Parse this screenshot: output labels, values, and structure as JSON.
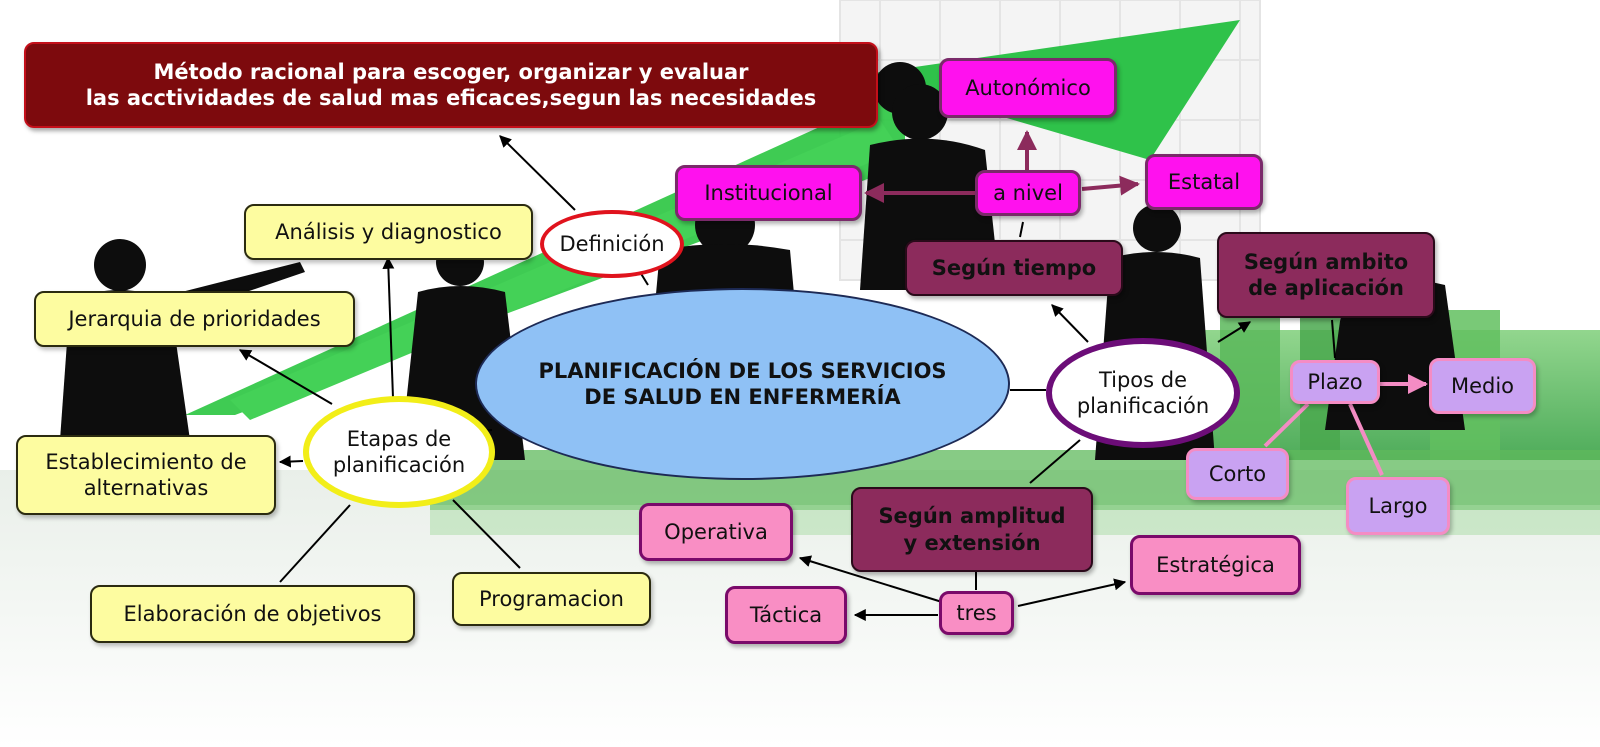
{
  "nodes": {
    "central": "PLANIFICACIÓN DE LOS SERVICIOS\nDE SALUD EN ENFERMERÍA",
    "definicion": "Definición",
    "definicion_text": "Método racional para escoger, organizar y evaluar\nlas acctividades de salud mas eficaces,segun las necesidades",
    "etapas": "Etapas de\nplanificación",
    "analisis": "Análisis y diagnostico",
    "jerarquia": "Jerarquia de prioridades",
    "alternativas": "Establecimiento de\nalternativas",
    "objetivos": "Elaboración de objetivos",
    "programacion": "Programacion",
    "tipos": "Tipos de\nplanificación",
    "segun_tiempo": "Según tiempo",
    "a_nivel": "a nivel",
    "autonomico": "Autonómico",
    "institucional": "Institucional",
    "estatal": "Estatal",
    "segun_ambito": "Según ambito\nde aplicación",
    "plazo": "Plazo",
    "medio": "Medio",
    "corto": "Corto",
    "largo": "Largo",
    "segun_amplitud": "Según amplitud\ny extensión",
    "tres": "tres",
    "operativa": "Operativa",
    "tactica": "Táctica",
    "estrategica": "Estratégica"
  },
  "colors": {
    "definition_box": "#7d0a0d",
    "stage_boxes": "#fdfca0",
    "level_boxes": "#ff11ee",
    "type_headers": "#8c2b5c",
    "extension_boxes": "#f98ec4",
    "term_boxes": "#c9a2f2",
    "central": "#8fc1f5"
  }
}
